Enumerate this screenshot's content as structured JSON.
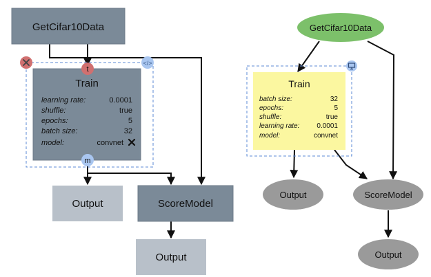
{
  "left": {
    "source": {
      "label": "GetCifar10Data"
    },
    "train": {
      "title": "Train",
      "props": [
        {
          "key": "learning rate:",
          "value": "0.0001"
        },
        {
          "key": "shuffle:",
          "value": "true"
        },
        {
          "key": "epochs:",
          "value": "5"
        },
        {
          "key": "batch size:",
          "value": "32"
        },
        {
          "key": "model:",
          "value": "convnet"
        }
      ],
      "badges": {
        "input": "t",
        "output": "m"
      }
    },
    "output_1": {
      "label": "Output"
    },
    "score": {
      "label": "ScoreModel"
    },
    "output_2": {
      "label": "Output"
    }
  },
  "right": {
    "source": {
      "label": "GetCifar10Data"
    },
    "train": {
      "title": "Train",
      "props": [
        {
          "key": "batch size:",
          "value": "32"
        },
        {
          "key": "epochs:",
          "value": "5"
        },
        {
          "key": "shuffle:",
          "value": "true"
        },
        {
          "key": "learning rate:",
          "value": "0.0001"
        },
        {
          "key": "model:",
          "value": "convnet"
        }
      ]
    },
    "output_1": {
      "label": "Output"
    },
    "score": {
      "label": "ScoreModel"
    },
    "output_2": {
      "label": "Output"
    }
  },
  "colors": {
    "node_dark": "#7b8a98",
    "node_light": "#b8c0c9",
    "green_node": "#7cc06a",
    "yellow_node": "#fbf7a0",
    "ellipse_gray": "#9a9a9a",
    "delete_badge": "#d07070",
    "badge_blue": "#a9c6f0",
    "selection_dash": "#5b8ad6"
  },
  "icons": {
    "delete": "close-icon",
    "code": "code-icon",
    "monitor": "monitor-icon",
    "remove_model": "x-icon"
  }
}
